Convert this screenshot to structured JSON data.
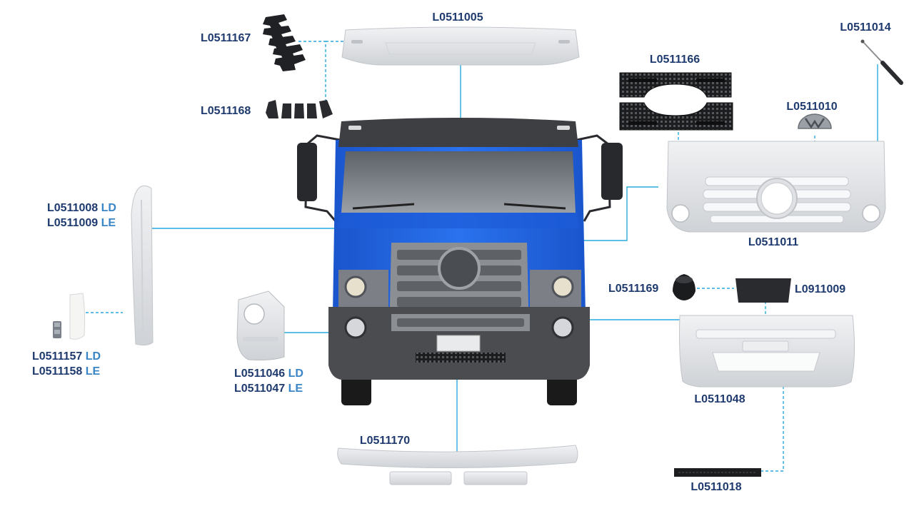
{
  "parts": {
    "p0511005": "L0511005",
    "p0511014": "L0511014",
    "p0511167": "L0511167",
    "p0511166": "L0511166",
    "p0511010": "L0511010",
    "p0511168": "L0511168",
    "p0511008": "L0511008",
    "p0511009": "L0511009",
    "p0511011": "L0511011",
    "p0511169": "L0511169",
    "p0911009": "L0911009",
    "p0511157": "L0511157",
    "p0511158": "L0511158",
    "p0511046": "L0511046",
    "p0511047": "L0511047",
    "p0511048": "L0511048",
    "p0511170": "L0511170",
    "p0511018": "L0511018"
  },
  "sides": {
    "right": "LD",
    "left": "LE"
  },
  "colors": {
    "cab_blue": "#1f63e0",
    "cab_blue_dark": "#0f45b8",
    "label_navy": "#1e3a6e",
    "label_suffix_blue": "#3a85c6",
    "leader_line": "#29a9de",
    "plastic_grey": "#e4e6e9",
    "bumper_dark": "#4a4c50"
  }
}
